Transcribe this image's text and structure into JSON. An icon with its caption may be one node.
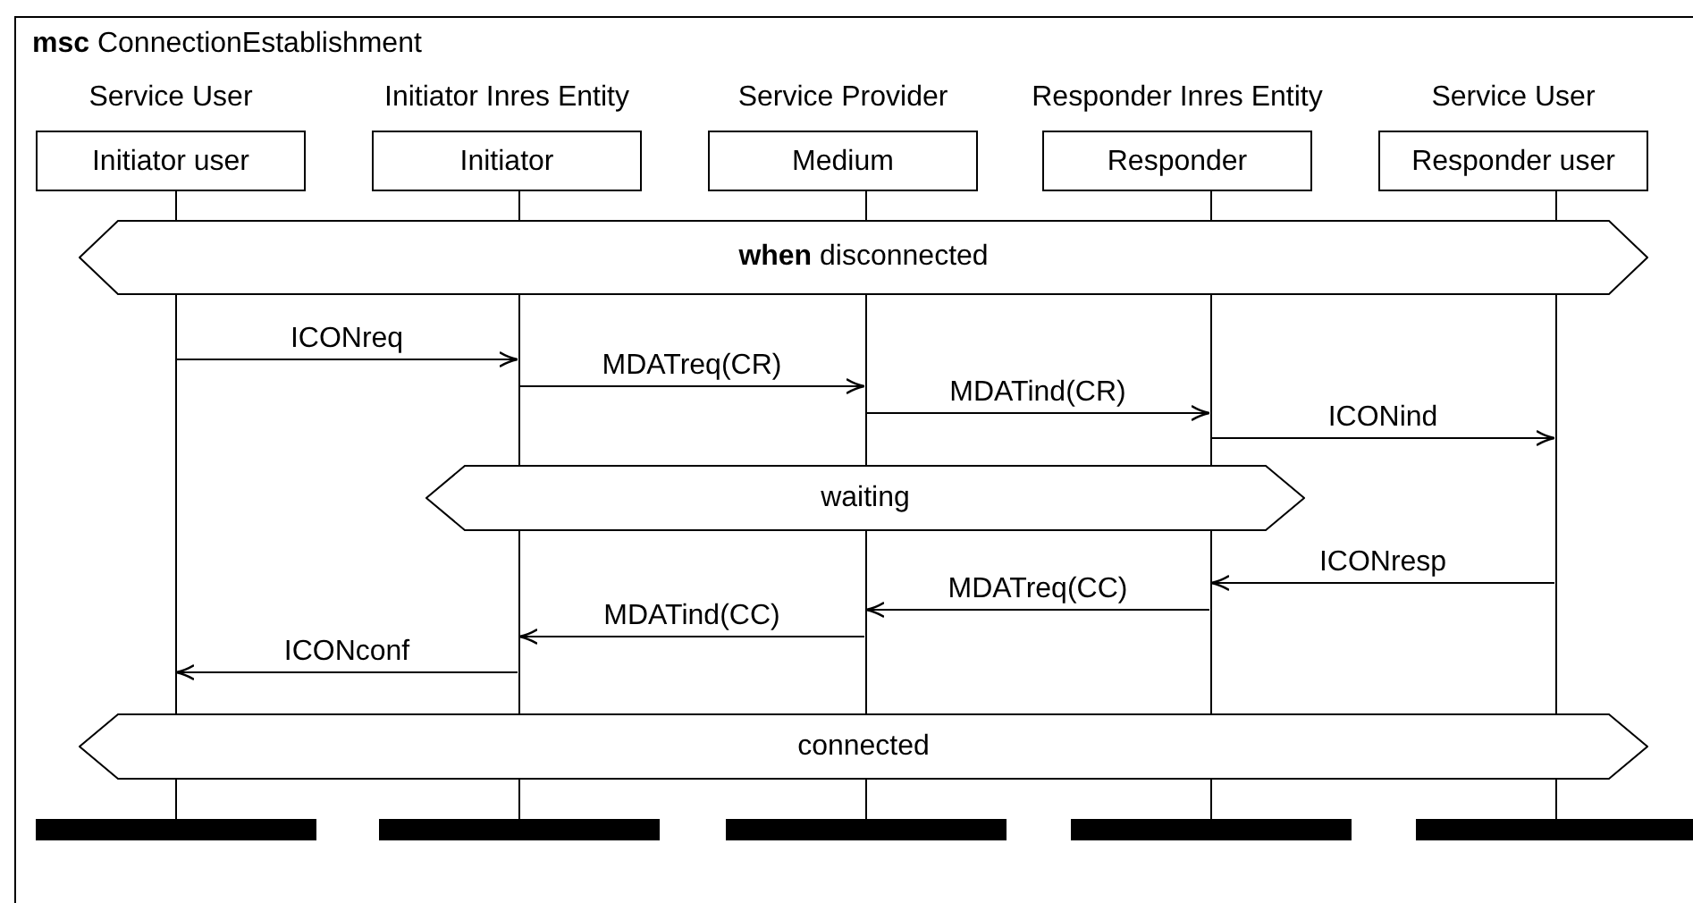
{
  "diagram": {
    "title": "**msc** ConnectionEstablishment",
    "nodes": [
      {
        "text": [
          "Service User",
          "Initiator user"
        ]
      },
      {
        "text": [
          "Initiator Inres Entity",
          "Initiator"
        ]
      },
      {
        "text": [
          "Service Provider",
          "Medium"
        ]
      },
      {
        "text": [
          "Responder Inres Entity",
          "Responder"
        ]
      },
      {
        "text": [
          "Service User",
          "Responder user"
        ]
      },
      {
        "text": [],
        "shape": "line"
      },
      {
        "text": [],
        "shape": "line"
      },
      {
        "text": [],
        "shape": "line"
      },
      {
        "text": [],
        "shape": "line"
      },
      {
        "text": [],
        "shape": "line"
      },
      {
        "text": [
          "**when** disconnected"
        ]
      },
      {
        "text": [
          "waiting"
        ]
      },
      {
        "text": [
          "connected"
        ]
      },
      {
        "text": [],
        "shape": "bar"
      },
      {
        "text": [],
        "shape": "bar"
      },
      {
        "text": [],
        "shape": "bar"
      },
      {
        "text": [],
        "shape": "bar"
      },
      {
        "text": [],
        "shape": "bar"
      }
    ],
    "edges": [
      {
        "from": 5,
        "to": 6,
        "arrow": "to",
        "label": "ICONreq"
      },
      {
        "from": 6,
        "to": 7,
        "arrow": "to",
        "label": "MDATreq(CR)"
      },
      {
        "from": 7,
        "to": 8,
        "arrow": "to",
        "label": "MDATind(CR)"
      },
      {
        "from": 8,
        "to": 9,
        "arrow": "to",
        "label": "ICONind"
      },
      {
        "from": 9,
        "to": 8,
        "arrow": "to",
        "label": "ICONresp"
      },
      {
        "from": 8,
        "to": 7,
        "arrow": "to",
        "label": "MDATreq(CC)"
      },
      {
        "from": 7,
        "to": 6,
        "arrow": "to",
        "label": "MDATind(CC)"
      },
      {
        "from": 6,
        "to": 5,
        "arrow": "to",
        "label": "ICONconf"
      }
    ]
  }
}
